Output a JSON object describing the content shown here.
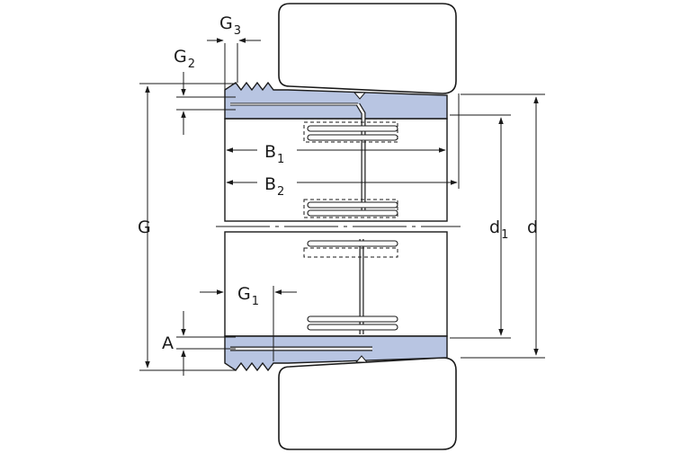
{
  "colors": {
    "sleeve": "#b8c5e2",
    "line": "#1a1a1a",
    "background": "#ffffff"
  },
  "labels": {
    "G": {
      "main": "G",
      "sub": ""
    },
    "G1": {
      "main": "G",
      "sub": "1"
    },
    "G2": {
      "main": "G",
      "sub": "2"
    },
    "G3": {
      "main": "G",
      "sub": "3"
    },
    "B1": {
      "main": "B",
      "sub": "1"
    },
    "B2": {
      "main": "B",
      "sub": "2"
    },
    "d": {
      "main": "d",
      "sub": ""
    },
    "d1": {
      "main": "d",
      "sub": "1"
    },
    "A": {
      "main": "A",
      "sub": ""
    }
  }
}
